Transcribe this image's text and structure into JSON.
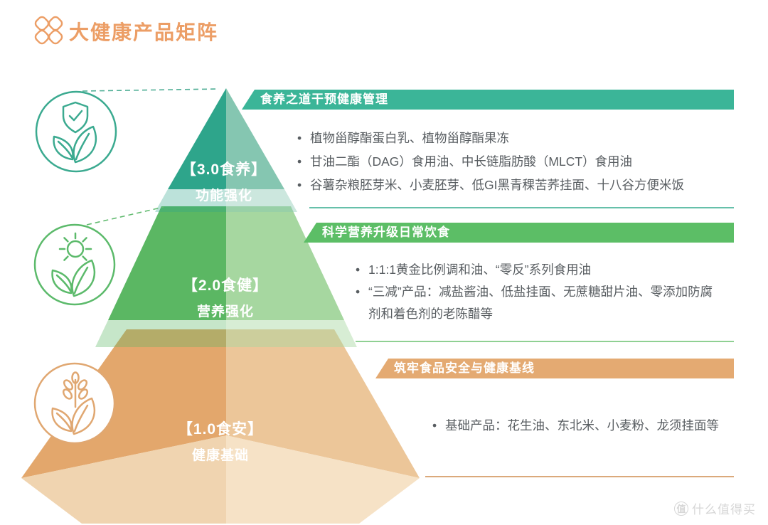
{
  "title": "大健康产品矩阵",
  "pyramid": {
    "tiers": [
      {
        "level": "3.0",
        "line1": "【3.0食养】",
        "line2": "功能强化",
        "color_dark": "#2EA58B",
        "color_light": "#85C6B1"
      },
      {
        "level": "2.0",
        "line1": "【2.0食健】",
        "line2": "营养强化",
        "color_dark": "#5BB763",
        "color_light": "#A6D7A0"
      },
      {
        "level": "1.0",
        "line1": "【1.0食安】",
        "line2": "健康基础",
        "color_dark": "#E3A76C",
        "color_light": "#ECC699"
      }
    ]
  },
  "sections": [
    {
      "header": "食养之道干预健康管理",
      "accent": "#3BB598",
      "bullets": [
        "植物甾醇酯蛋白乳、植物甾醇酯果冻",
        "甘油二酯（DAG）食用油、中长链脂肪酸（MLCT）食用油",
        "谷薯杂粮胚芽米、小麦胚芽、低GI黑青稞苦荞挂面、十八谷方便米饭"
      ]
    },
    {
      "header": "科学营养升级日常饮食",
      "accent": "#5CBE66",
      "bullets": [
        "1:1:1黄金比例调和油、“零反”系列食用油",
        "“三减”产品：减盐酱油、低盐挂面、无蔗糖甜片油、零添加防腐剂和着色剂的老陈醋等"
      ]
    },
    {
      "header": "筑牢食品安全与健康基线",
      "accent": "#E4AA72",
      "bullets": [
        "基础产品：花生油、东北米、小麦粉、龙须挂面等"
      ]
    }
  ],
  "icons": {
    "logo": "four-petal-flower-icon",
    "tier3": "shield-check-with-leaves-icon",
    "tier2": "sun-with-leaves-icon",
    "tier1": "wheat-with-leaves-icon"
  },
  "colors": {
    "title_orange": "#EC9E66",
    "teal_bar": "#3BB598",
    "green_bar": "#5CBE66",
    "tan_bar": "#E4AA72",
    "bullet_text": "#585D61",
    "watermark_gray": "#D6D6D6"
  },
  "watermark": {
    "badge": "值",
    "text": "什么值得买"
  }
}
